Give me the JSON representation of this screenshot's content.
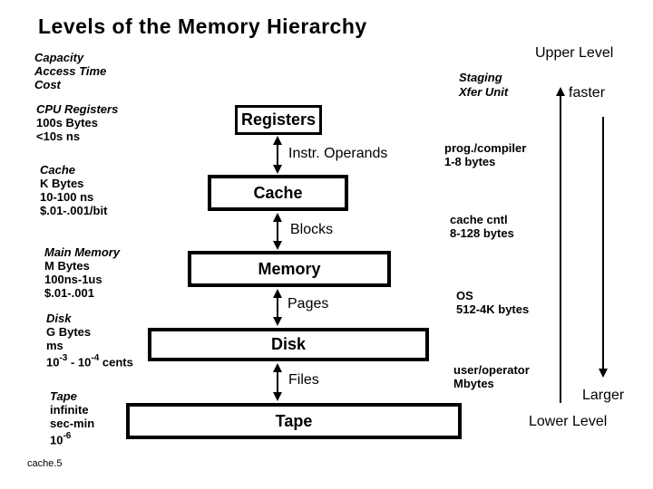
{
  "title": "Levels of the Memory Hierarchy",
  "footer": "cache.5",
  "colors": {
    "text": "#000000",
    "background": "#ffffff"
  },
  "left_column": {
    "header_lines": [
      "Capacity",
      "Access Time",
      "Cost"
    ],
    "groups": [
      {
        "name": "CPU Registers",
        "lines": [
          "100s Bytes",
          "<10s ns"
        ]
      },
      {
        "name": "Cache",
        "lines": [
          "K Bytes",
          "10-100 ns",
          "$.01-.001/bit"
        ]
      },
      {
        "name": "Main Memory",
        "lines": [
          "M Bytes",
          "100ns-1us",
          "$.01-.001"
        ]
      },
      {
        "name": "Disk",
        "lines": [
          "G Bytes",
          "ms"
        ]
      },
      {
        "name": "Tape",
        "lines": [
          "infinite",
          "sec-min"
        ]
      }
    ],
    "disk_cost": {
      "base1": "10",
      "sup1": "-3",
      "mid": " - 10",
      "sup2": "-4",
      "end": " cents"
    },
    "tape_cost": {
      "base": "10",
      "sup": "-6"
    }
  },
  "hierarchy": {
    "boxes": [
      {
        "label": "Registers"
      },
      {
        "label": "Cache"
      },
      {
        "label": "Memory"
      },
      {
        "label": "Disk"
      },
      {
        "label": "Tape"
      }
    ],
    "transfers": [
      {
        "label": "Instr. Operands"
      },
      {
        "label": "Blocks"
      },
      {
        "label": "Pages"
      },
      {
        "label": "Files"
      }
    ]
  },
  "right_column": {
    "upper_level": "Upper Level",
    "staging_line1": "Staging",
    "staging_line2": "Xfer Unit",
    "faster": "faster",
    "larger": "Larger",
    "lower_level": "Lower Level",
    "annotations": [
      {
        "line1": "prog./compiler",
        "line2": "1-8 bytes"
      },
      {
        "line1": "cache cntl",
        "line2": "8-128 bytes"
      },
      {
        "line1": "OS",
        "line2": "512-4K bytes"
      },
      {
        "line1": "user/operator",
        "line2": "Mbytes"
      }
    ]
  }
}
